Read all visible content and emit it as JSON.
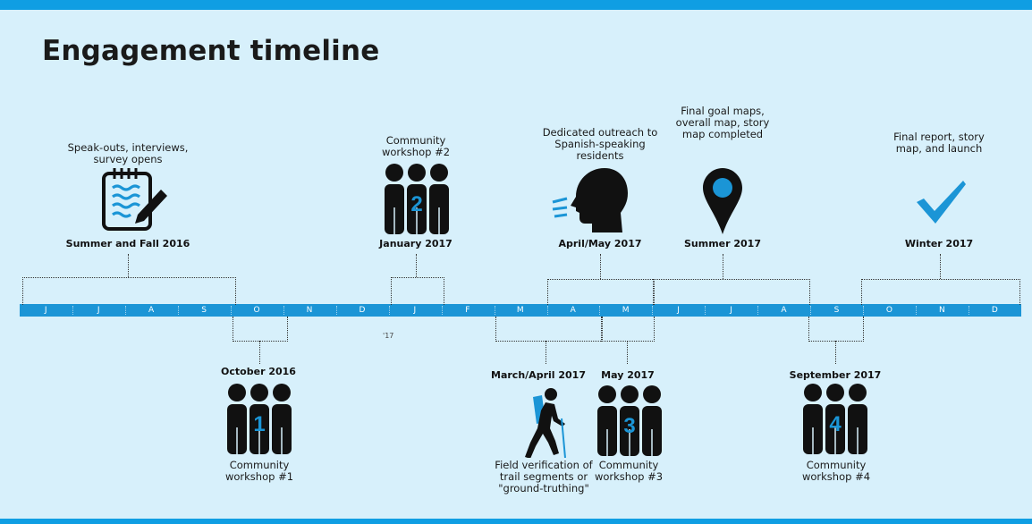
{
  "title": "Engagement timeline",
  "months": [
    "J",
    "J",
    "A",
    "S",
    "O",
    "N",
    "D",
    "J",
    "F",
    "M",
    "A",
    "M",
    "J",
    "J",
    "A",
    "S",
    "O",
    "N",
    "D"
  ],
  "year_marker": "'17",
  "colors": {
    "accent": "#1b95d6",
    "bar": "#0f9ee3",
    "background": "#d7f0fb"
  },
  "events": [
    {
      "id": "summer-fall-2016",
      "date": "Summer and Fall 2016",
      "description": "Speak-outs, interviews, survey opens",
      "icon": "notepad-icon"
    },
    {
      "id": "october-2016",
      "date": "October 2016",
      "description": "Community workshop #1",
      "icon": "people-1-icon"
    },
    {
      "id": "january-2017",
      "date": "January 2017",
      "description": "Community workshop #2",
      "icon": "people-2-icon"
    },
    {
      "id": "march-april-2017",
      "date": "March/April 2017",
      "description": "Field verification of trail segments or \"ground-truthing\"",
      "icon": "hiker-icon"
    },
    {
      "id": "april-may-2017",
      "date": "April/May 2017",
      "description": "Dedicated outreach to Spanish-speaking residents",
      "icon": "speaking-head-icon"
    },
    {
      "id": "may-2017",
      "date": "May 2017",
      "description": "Community workshop #3",
      "icon": "people-3-icon"
    },
    {
      "id": "summer-2017",
      "date": "Summer 2017",
      "description": "Final goal maps, overall map, story map completed",
      "icon": "map-pin-icon"
    },
    {
      "id": "september-2017",
      "date": "September 2017",
      "description": "Community workshop #4",
      "icon": "people-4-icon"
    },
    {
      "id": "winter-2017",
      "date": "Winter 2017",
      "description": "Final report, story map, and launch",
      "icon": "checkmark-icon"
    }
  ]
}
